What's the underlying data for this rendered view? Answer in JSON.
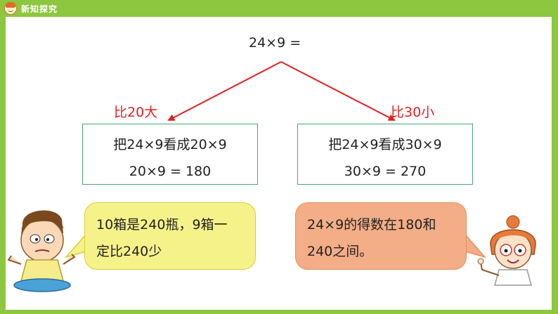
{
  "header": {
    "section_title": "新知探究"
  },
  "main": {
    "equation": "24×9 =",
    "left_tag": "比20大",
    "right_tag": "比30小",
    "left_box": {
      "line1": "把24×9看成20×9",
      "line2": "20×9 = 180"
    },
    "right_box": {
      "line1": "把24×9看成30×9",
      "line2": "30×9 = 270"
    },
    "left_bubble": {
      "line1": "10箱是240瓶，9箱一",
      "line2": "定比240少"
    },
    "right_bubble": {
      "line1": "24×9的得数在180和",
      "line2": "240之间。"
    }
  },
  "colors": {
    "header": "#8dc63f",
    "arrow": "#e02020",
    "box_border": "#4aa37a",
    "bubble_yellow": "#f6f28a",
    "bubble_orange": "#f3ad87"
  }
}
